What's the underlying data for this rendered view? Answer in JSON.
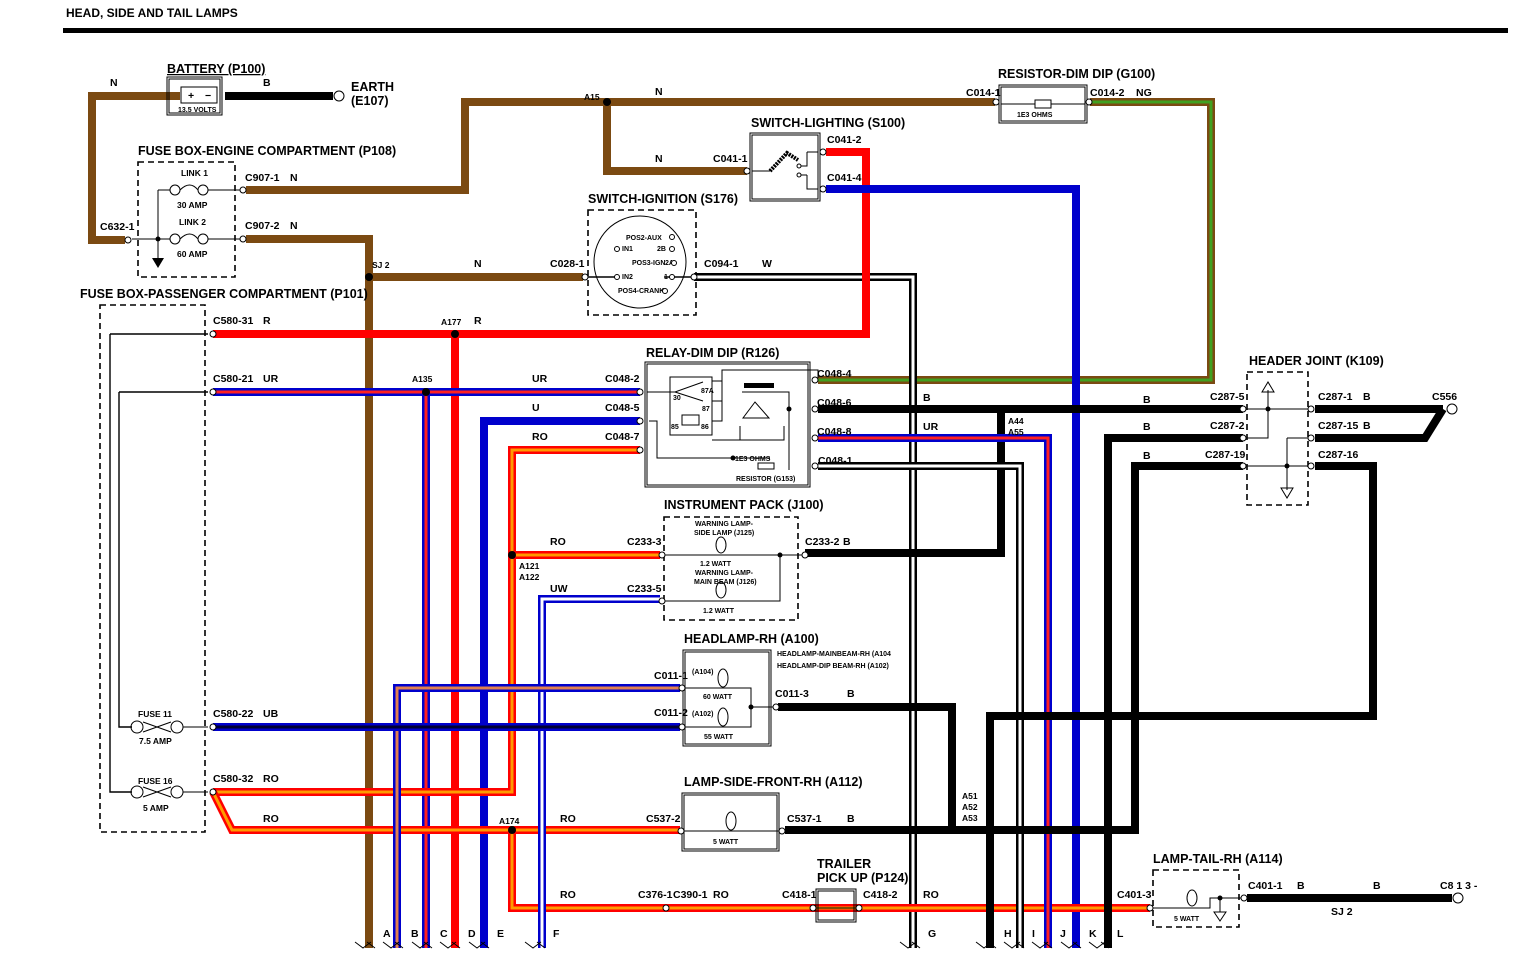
{
  "page_title": "HEAD, SIDE AND TAIL LAMPS",
  "wire_colors": {
    "N": "#7b4a12",
    "B": "#000000",
    "R": "#ff0000",
    "U": "#0000cc",
    "G": "#40a020",
    "W": "#ffffff",
    "O": "#ff9a00",
    "UB_inner": "#000033",
    "UW_inner": "#ffffff",
    "UR_inner": "#ff2020",
    "RO_inner": "#ff9a00",
    "NG_inner": "#40a020",
    "UO_inner": "#e08050"
  },
  "components": {
    "battery": {
      "title": "BATTERY (P100)",
      "rating": "13.5 VOLTS",
      "plus": "+",
      "minus": "−"
    },
    "earth_e107": {
      "title_line1": "EARTH",
      "title_line2": "(E107)"
    },
    "fusebox_engine": {
      "title": "FUSE BOX-ENGINE COMPARTMENT (P108)",
      "link1": "LINK 1",
      "link1_rating": "30 AMP",
      "link2": "LINK 2",
      "link2_rating": "60 AMP"
    },
    "fusebox_passenger": {
      "title": "FUSE BOX-PASSENGER COMPARTMENT (P101)",
      "fuse11": "FUSE 11",
      "fuse11_rating": "7.5 AMP",
      "fuse16": "FUSE 16",
      "fuse16_rating": "5 AMP"
    },
    "resistor_dimdip": {
      "title": "RESISTOR-DIM DIP (G100)",
      "value": "1E3 OHMS"
    },
    "switch_lighting": {
      "title": "SWITCH-LIGHTING (S100)"
    },
    "switch_ignition": {
      "title": "SWITCH-IGNITION (S176)",
      "pos2": "POS2-AUX",
      "in1": "IN1",
      "p2b": "2B",
      "pos3": "POS3-IGN",
      "p2a": "2A",
      "in2": "IN2",
      "p1": "1",
      "pos4": "POS4-CRANK"
    },
    "relay_dimdip": {
      "title": "RELAY-DIM DIP (R126)",
      "p30": "30",
      "p87a": "87A",
      "p87": "87",
      "p85": "85",
      "p86": "86",
      "res_value": "1E3 OHMS",
      "res_name": "RESISTOR (G153)"
    },
    "header_joint": {
      "title": "HEADER JOINT (K109)"
    },
    "instrument_pack": {
      "title": "INSTRUMENT PACK (J100)",
      "lamp1_l1": "WARNING LAMP-",
      "lamp1_l2": "SIDE LAMP (J125)",
      "lamp1_rating": "1.2 WATT",
      "lamp2_l1": "WARNING LAMP-",
      "lamp2_l2": "MAIN BEAM (J126)",
      "lamp2_rating": "1.2 WATT"
    },
    "headlamp_rh": {
      "title": "HEADLAMP-RH (A100)",
      "sub1": "HEADLAMP-MAINBEAM-RH (A104",
      "sub2": "HEADLAMP-DIP BEAM-RH (A102)",
      "main_id": "(A104)",
      "main_rating": "60 WATT",
      "dip_id": "(A102)",
      "dip_rating": "55 WATT"
    },
    "lamp_side_front": {
      "title": "LAMP-SIDE-FRONT-RH (A112)",
      "rating": "5 WATT"
    },
    "trailer": {
      "title_line1": "TRAILER",
      "title_line2": "PICK UP (P124)"
    },
    "lamp_tail": {
      "title": "LAMP-TAIL-RH (A114)",
      "rating": "5 WATT"
    }
  },
  "connectors": {
    "c632_1": "C632-1",
    "c907_1": "C907-1",
    "c907_2": "C907-2",
    "c014_1": "C014-1",
    "c014_2": "C014-2",
    "c041_1": "C041-1",
    "c041_2": "C041-2",
    "c041_4": "C041-4",
    "c028_1": "C028-1",
    "c094_1": "C094-1",
    "c580_31": "C580-31",
    "c580_21": "C580-21",
    "c580_22": "C580-22",
    "c580_32": "C580-32",
    "c048_2": "C048-2",
    "c048_5": "C048-5",
    "c048_7": "C048-7",
    "c048_4": "C048-4",
    "c048_6": "C048-6",
    "c048_8": "C048-8",
    "c048_1": "C048-1",
    "c287_5": "C287-5",
    "c287_2": "C287-2",
    "c287_19": "C287-19",
    "c287_1": "C287-1",
    "c287_15": "C287-15",
    "c287_16": "C287-16",
    "c556": "C556",
    "c233_3": "C233-3",
    "c233_5": "C233-5",
    "c233_2": "C233-2",
    "c011_1": "C011-1",
    "c011_2": "C011-2",
    "c011_3": "C011-3",
    "c537_2": "C537-2",
    "c537_1": "C537-1",
    "c376_1": "C376-1",
    "c390_1": "C390-1",
    "c418_1": "C418-1",
    "c418_2": "C418-2",
    "c401_3": "C401-3",
    "c401_1": "C401-1",
    "c813": "C8 1 3 -"
  },
  "splices": {
    "sj2_top": "SJ 2",
    "a15": "A15",
    "a177": "A177",
    "a135": "A135",
    "a44": "A44",
    "a55": "A55",
    "a121": "A121",
    "a122": "A122",
    "a174": "A174",
    "a51": "A51",
    "a52": "A52",
    "a53": "A53",
    "sj2_bottom": "SJ 2"
  },
  "wire_labels": {
    "batt_n": "N",
    "batt_b": "B",
    "c907_1_n": "N",
    "c907_2_n": "N",
    "a15_n": "N",
    "c041_1_n": "N",
    "c014_2_ng": "NG",
    "c028_n": "N",
    "c094_w": "W",
    "c580_31_r": "R",
    "a177_r": "R",
    "c580_21_ur": "UR",
    "ur_relay": "UR",
    "u_relay": "U",
    "ro_relay": "RO",
    "c048_6_b": "B",
    "c048_8_ur": "UR",
    "hj_b1": "B",
    "hj_b2": "B",
    "hj_b3": "B",
    "c287_1_b": "B",
    "c287_15_b": "B",
    "c233_3_ro": "RO",
    "c233_5_uw": "UW",
    "c233_2_b": "B",
    "c011_3_b": "B",
    "c580_22_ub": "UB",
    "c580_32_ro": "RO",
    "ro_lower": "RO",
    "c537_2_ro": "RO",
    "c537_1_b": "B",
    "trailer_ro1": "RO",
    "trailer_ro2": "RO",
    "trailer_ro3": "RO",
    "c401_1_b": "B",
    "c813_b": "B"
  },
  "continuations": [
    "A",
    "B",
    "C",
    "D",
    "E",
    "F",
    "G",
    "H",
    "I",
    "J",
    "K",
    "L"
  ]
}
